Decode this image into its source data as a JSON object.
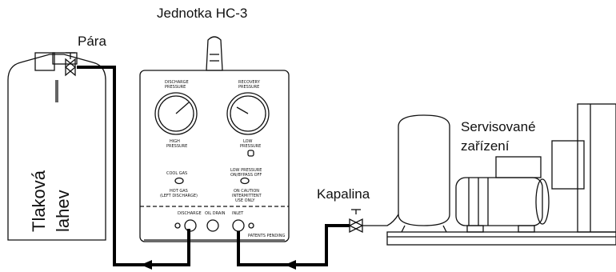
{
  "labels": {
    "unit": "Jednotka HC-3",
    "vapor": "Pára",
    "cylinder_line1": "Tlaková",
    "cylinder_line2": "lahev",
    "serviced_line1": "Servisované",
    "serviced_line2": "zařízení",
    "liquid": "Kapalina"
  },
  "panel_text": {
    "discharge": [
      "DISCHARGE",
      "PRESSURE"
    ],
    "recovery": [
      "RECOVERY",
      "PRESSURE"
    ],
    "high_pressure": [
      "HIGH",
      "PRESSURE"
    ],
    "low_pressure": [
      "LOW",
      "PRESSURE"
    ],
    "cool_gas": "COOL GAS",
    "low_pressure_off": [
      "LOW PRESSURE",
      "ON/BYPASS OFF"
    ],
    "hot_gas": [
      "HOT GAS",
      "(LEFT DISCHARGE)"
    ],
    "on_caution": [
      "ON CAUTION",
      "INTERMITTENT",
      "USE ONLY"
    ],
    "port_discharge": "DISCHARGE",
    "port_oil_drain": "OIL DRAIN",
    "port_inlet": "INLET",
    "patents": "PATENTS PENDING"
  }
}
